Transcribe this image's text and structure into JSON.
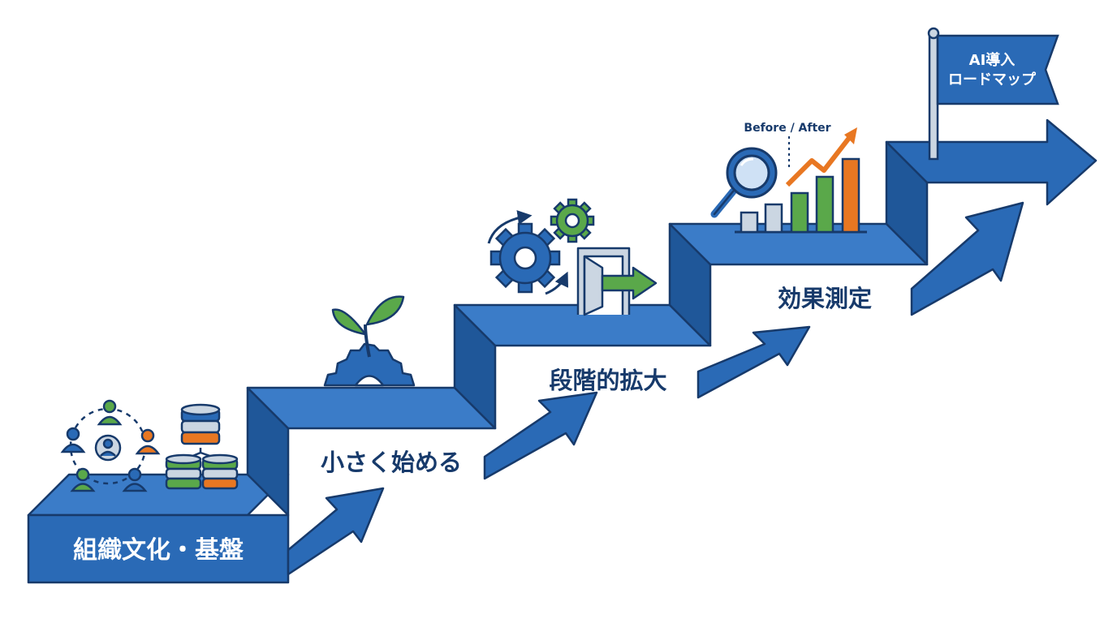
{
  "labels": {
    "step1": "組織文化・基盤",
    "step2": "小さく始める",
    "step3": "段階的拡大",
    "step4": "効果測定",
    "before_after": "Before / After",
    "flag_line1": "AI導入",
    "flag_line2": "ロードマップ"
  },
  "colors": {
    "blue": "#2a6ab6",
    "blue_top": "#3b7cc8",
    "blue_dark": "#1b4a8a",
    "navy": "#173a6b",
    "green": "#5aa84a",
    "orange": "#e87722",
    "gray": "#cbd6e2"
  },
  "icons": [
    "people-network-icon",
    "database-icon",
    "sprout-gear-icon",
    "gears-icon",
    "door-icon",
    "magnifier-icon",
    "bar-chart-icon",
    "flag-icon"
  ]
}
